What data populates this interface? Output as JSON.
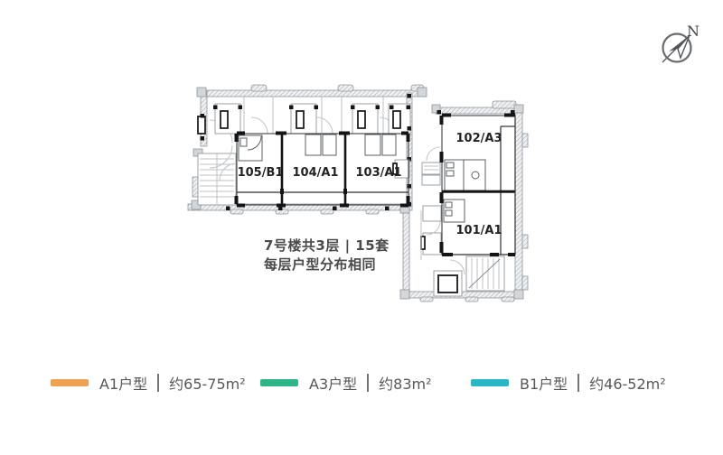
{
  "compass": {
    "label": "N"
  },
  "plan": {
    "units": [
      {
        "id": "105-b1",
        "label": "105/B1",
        "type": "B1"
      },
      {
        "id": "104-a1",
        "label": "104/A1",
        "type": "A1"
      },
      {
        "id": "103-a1",
        "label": "103/A1",
        "type": "A1"
      },
      {
        "id": "102-a3",
        "label": "102/A3",
        "type": "A3"
      },
      {
        "id": "101-a1",
        "label": "101/A1",
        "type": "A1"
      }
    ]
  },
  "building_note": {
    "line1": "7号楼共3层 | 15套",
    "line2": "每层户型分布相同"
  },
  "legend": {
    "items": [
      {
        "label": "A1户型",
        "area": "约65-75m²",
        "color": "#F0A152"
      },
      {
        "label": "A3户型",
        "area": "约83m²",
        "color": "#2EB489"
      },
      {
        "label": "B1户型",
        "area": "约46-52m²",
        "color": "#29B7C8"
      }
    ]
  },
  "colors": {
    "a1": "#F0A152",
    "a3": "#2EB489",
    "b1": "#29B7C8"
  }
}
